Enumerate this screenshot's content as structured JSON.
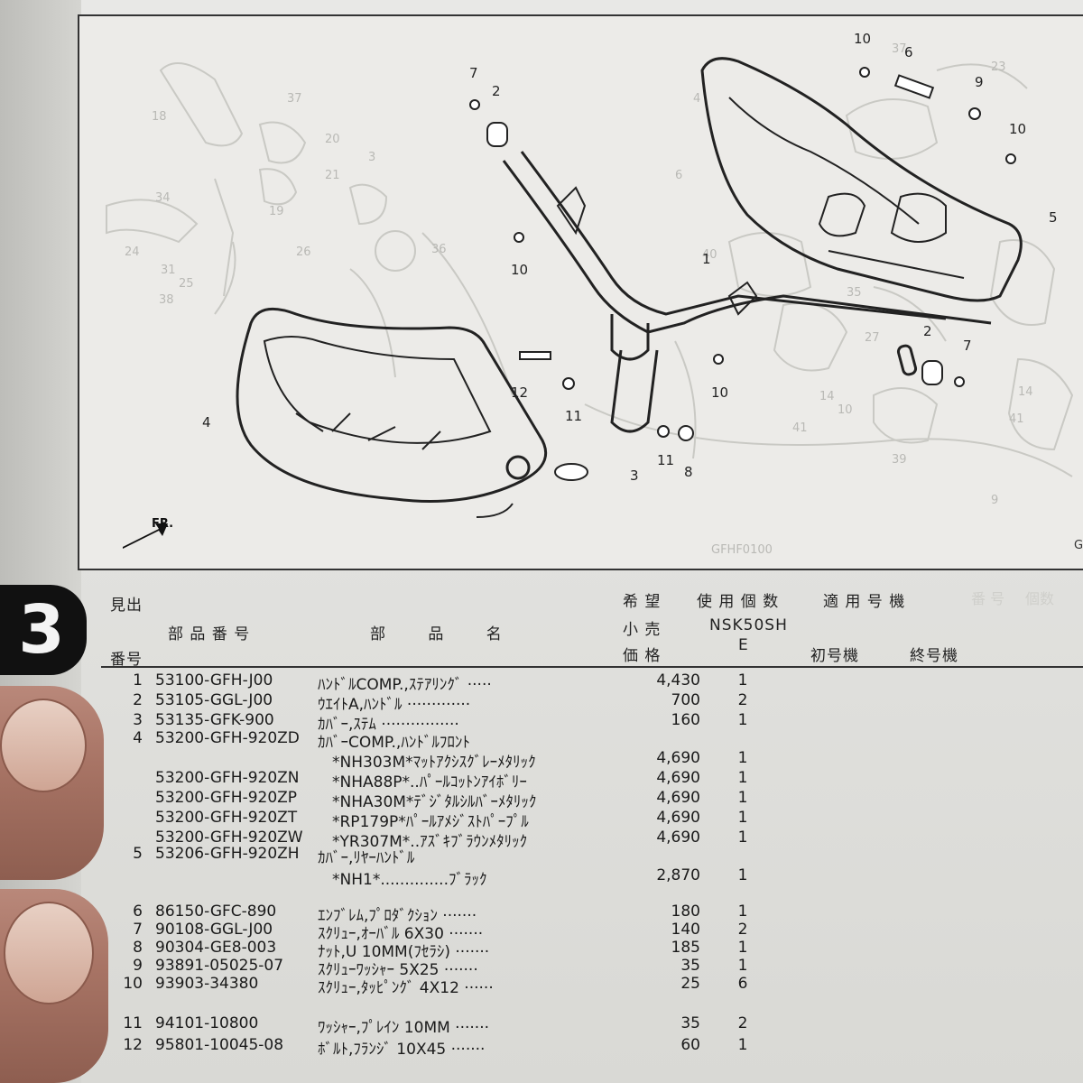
{
  "section_tab": "3",
  "figure": {
    "fr_label": "FR.",
    "callouts": [
      "1",
      "2",
      "2",
      "3",
      "4",
      "5",
      "6",
      "7",
      "7",
      "8",
      "9",
      "10",
      "10",
      "10",
      "10",
      "11",
      "11",
      "12"
    ],
    "corner_mark": "G"
  },
  "table_header": {
    "midashi": "見出",
    "bangou": "番号",
    "part_number": "部 品 番 号",
    "part_name": "部 品 名",
    "kibou": "希 望",
    "kouri": "小 売",
    "kakaku": "価 格",
    "usage_count": "使 用 個 数",
    "model": "NSK50SH",
    "model_type": "E",
    "applicable": "適 用 号 機",
    "first_unit": "初号機",
    "last_unit": "終号機"
  },
  "rows": [
    {
      "no": "1",
      "pn": "53100-GFH-J00",
      "name": "ﾊﾝﾄﾞﾙCOMP.,ｽﾃｱﾘﾝｸﾞ ·····",
      "price": "4,430",
      "qty": "1"
    },
    {
      "no": "2",
      "pn": "53105-GGL-J00",
      "name": "ｳｴｲﾄA,ﾊﾝﾄﾞﾙ ·············",
      "price": "700",
      "qty": "2"
    },
    {
      "no": "3",
      "pn": "53135-GFK-900",
      "name": "ｶﾊﾞｰ,ｽﾃﾑ ················",
      "price": "160",
      "qty": "1"
    },
    {
      "no": "4",
      "pn": "53200-GFH-920ZD",
      "name": "ｶﾊﾞｰCOMP.,ﾊﾝﾄﾞﾙﾌﾛﾝﾄ",
      "price": "",
      "qty": ""
    },
    {
      "no": "",
      "pn": "",
      "name": "*NH303M*ﾏｯﾄｱｸｼｽｸﾞﾚｰﾒﾀﾘｯｸ",
      "price": "4,690",
      "qty": "1"
    },
    {
      "no": "",
      "pn": "53200-GFH-920ZN",
      "name": "*NHA88P*..ﾊﾟｰﾙｺｯﾄﾝｱｲﾎﾞﾘｰ",
      "price": "4,690",
      "qty": "1"
    },
    {
      "no": "",
      "pn": "53200-GFH-920ZP",
      "name": "*NHA30M*ﾃﾞｼﾞﾀﾙｼﾙﾊﾞｰﾒﾀﾘｯｸ",
      "price": "4,690",
      "qty": "1"
    },
    {
      "no": "",
      "pn": "53200-GFH-920ZT",
      "name": "*RP179P*ﾊﾟｰﾙｱﾒｼﾞｽﾄﾊﾟｰﾌﾟﾙ",
      "price": "4,690",
      "qty": "1"
    },
    {
      "no": "",
      "pn": "53200-GFH-920ZW",
      "name": "*YR307M*..ｱｽﾞｷﾌﾞﾗｳﾝﾒﾀﾘｯｸ",
      "price": "4,690",
      "qty": "1"
    },
    {
      "no": "5",
      "pn": "53206-GFH-920ZH",
      "name": "ｶﾊﾞｰ,ﾘﾔｰﾊﾝﾄﾞﾙ",
      "price": "",
      "qty": ""
    },
    {
      "no": "",
      "pn": "",
      "name": "*NH1*..............ﾌﾞﾗｯｸ",
      "price": "2,870",
      "qty": "1"
    },
    {
      "no": "6",
      "pn": "86150-GFC-890",
      "name": "ｴﾝﾌﾞﾚﾑ,ﾌﾟﾛﾀﾞｸｼｮﾝ ·······",
      "price": "180",
      "qty": "1"
    },
    {
      "no": "7",
      "pn": "90108-GGL-J00",
      "name": "ｽｸﾘｭｰ,ｵｰﾊﾞﾙ 6X30 ·······",
      "price": "140",
      "qty": "2"
    },
    {
      "no": "8",
      "pn": "90304-GE8-003",
      "name": "ﾅｯﾄ,U 10MM(ﾌｾﾗｼ) ·······",
      "price": "185",
      "qty": "1"
    },
    {
      "no": "9",
      "pn": "93891-05025-07",
      "name": "ｽｸﾘｭｰﾜｯｼｬｰ 5X25 ·······",
      "price": "35",
      "qty": "1"
    },
    {
      "no": "10",
      "pn": "93903-34380",
      "name": "ｽｸﾘｭｰ,ﾀｯﾋﾟﾝｸﾞ 4X12 ······",
      "price": "25",
      "qty": "6"
    },
    {
      "no": "11",
      "pn": "94101-10800",
      "name": "ﾜｯｼｬｰ,ﾌﾟﾚｲﾝ 10MM ·······",
      "price": "35",
      "qty": "2"
    },
    {
      "no": "12",
      "pn": "95801-10045-08",
      "name": "ﾎﾞﾙﾄ,ﾌﾗﾝｼﾞ 10X45 ·······",
      "price": "60",
      "qty": "1"
    }
  ]
}
